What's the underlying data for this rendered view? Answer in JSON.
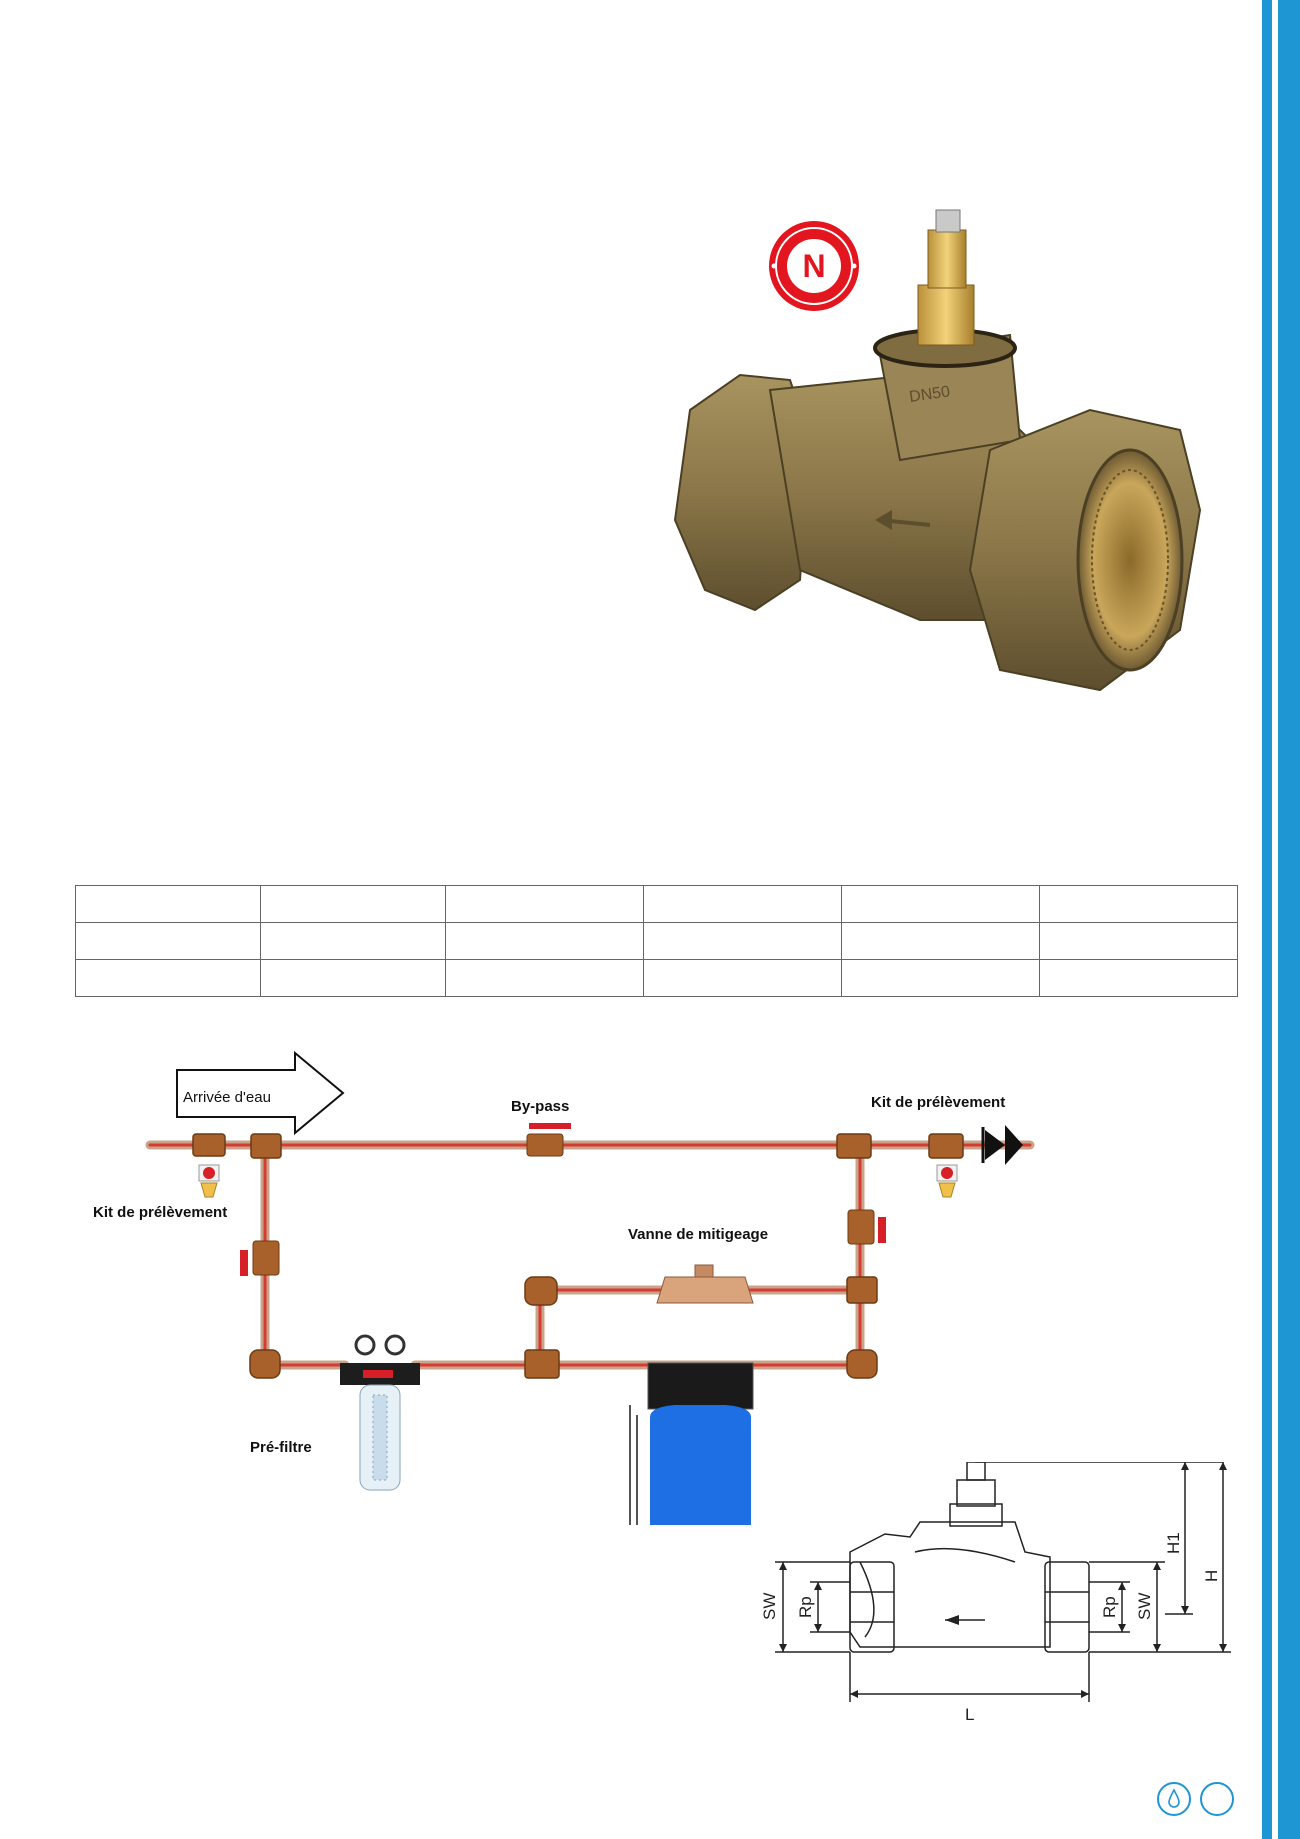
{
  "brand": {
    "logo_letter": "N",
    "accent_color": "#1e96d3",
    "logo_color": "#e3151e"
  },
  "product_photo": {
    "cast_marking": "DN50"
  },
  "spec_table": {
    "rows": 3,
    "columns": 6
  },
  "diagram": {
    "arrow_label": "Arrivée d'eau",
    "bypass_label": "By-pass",
    "kit_right_label": "Kit de prélèvement",
    "kit_left_label": "Kit de prélèvement",
    "mixing_valve_label": "Vanne de mitigeage",
    "prefilter_label": "Pré-filtre"
  },
  "dimensions": {
    "sw_left": "SW",
    "rp_left": "Rp",
    "rp_right": "Rp",
    "sw_right": "SW",
    "h1": "H1",
    "h": "H",
    "l": "L"
  },
  "footer": {
    "icons": [
      "water-drop-icon",
      "circle-icon"
    ]
  }
}
